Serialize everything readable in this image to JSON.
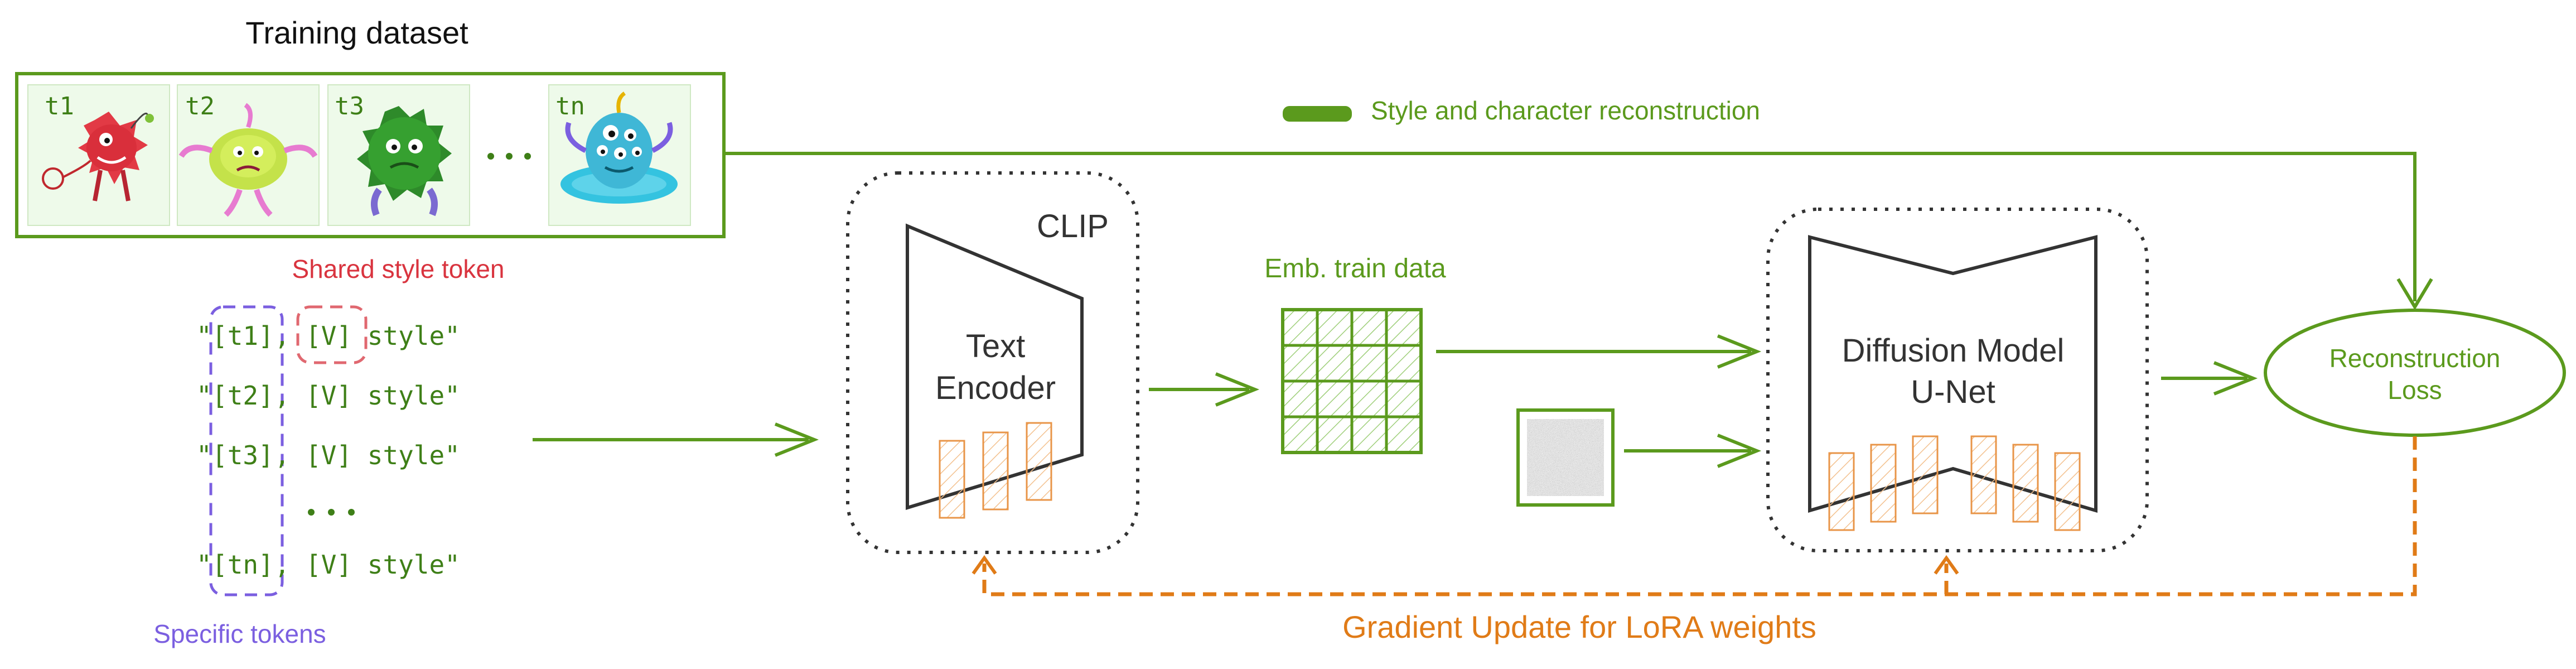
{
  "training_dataset": {
    "title": "Training dataset",
    "tiles": [
      "t1",
      "t2",
      "t3",
      "tn"
    ],
    "ellipsis": "..."
  },
  "legend": {
    "label": "Style and character reconstruction",
    "color": "#5b9a1d"
  },
  "labels": {
    "shared_style_token": "Shared style token",
    "specific_tokens": "Specific tokens",
    "clip": "CLIP",
    "text_encoder_line1": "Text",
    "text_encoder_line2": "Encoder",
    "emb_train_data": "Emb. train data",
    "unet_line1": "Diffusion Model",
    "unet_line2": "U-Net",
    "loss_line1": "Reconstruction",
    "loss_line2": "Loss",
    "gradient": "Gradient Update for LoRA weights"
  },
  "prompts": {
    "rows": [
      {
        "q": "\"",
        "tok": "[t1]",
        "sep": ", ",
        "style": "[V] style\""
      },
      {
        "q": "\"",
        "tok": "[t2]",
        "sep": ", ",
        "style": "[V] style\""
      },
      {
        "q": "\"",
        "tok": "[t3]",
        "sep": ", ",
        "style": "[V] style\""
      },
      {
        "q": "\"",
        "tok": "[tn]",
        "sep": ", ",
        "style": "[V] style\""
      }
    ],
    "ellipsis": "..."
  },
  "colors": {
    "green": "#5b9a1d",
    "dark": "#333333",
    "orange": "#e07b17",
    "red": "#d9343f",
    "purple": "#7b5fe0",
    "tile_bg": "#eefaea"
  }
}
